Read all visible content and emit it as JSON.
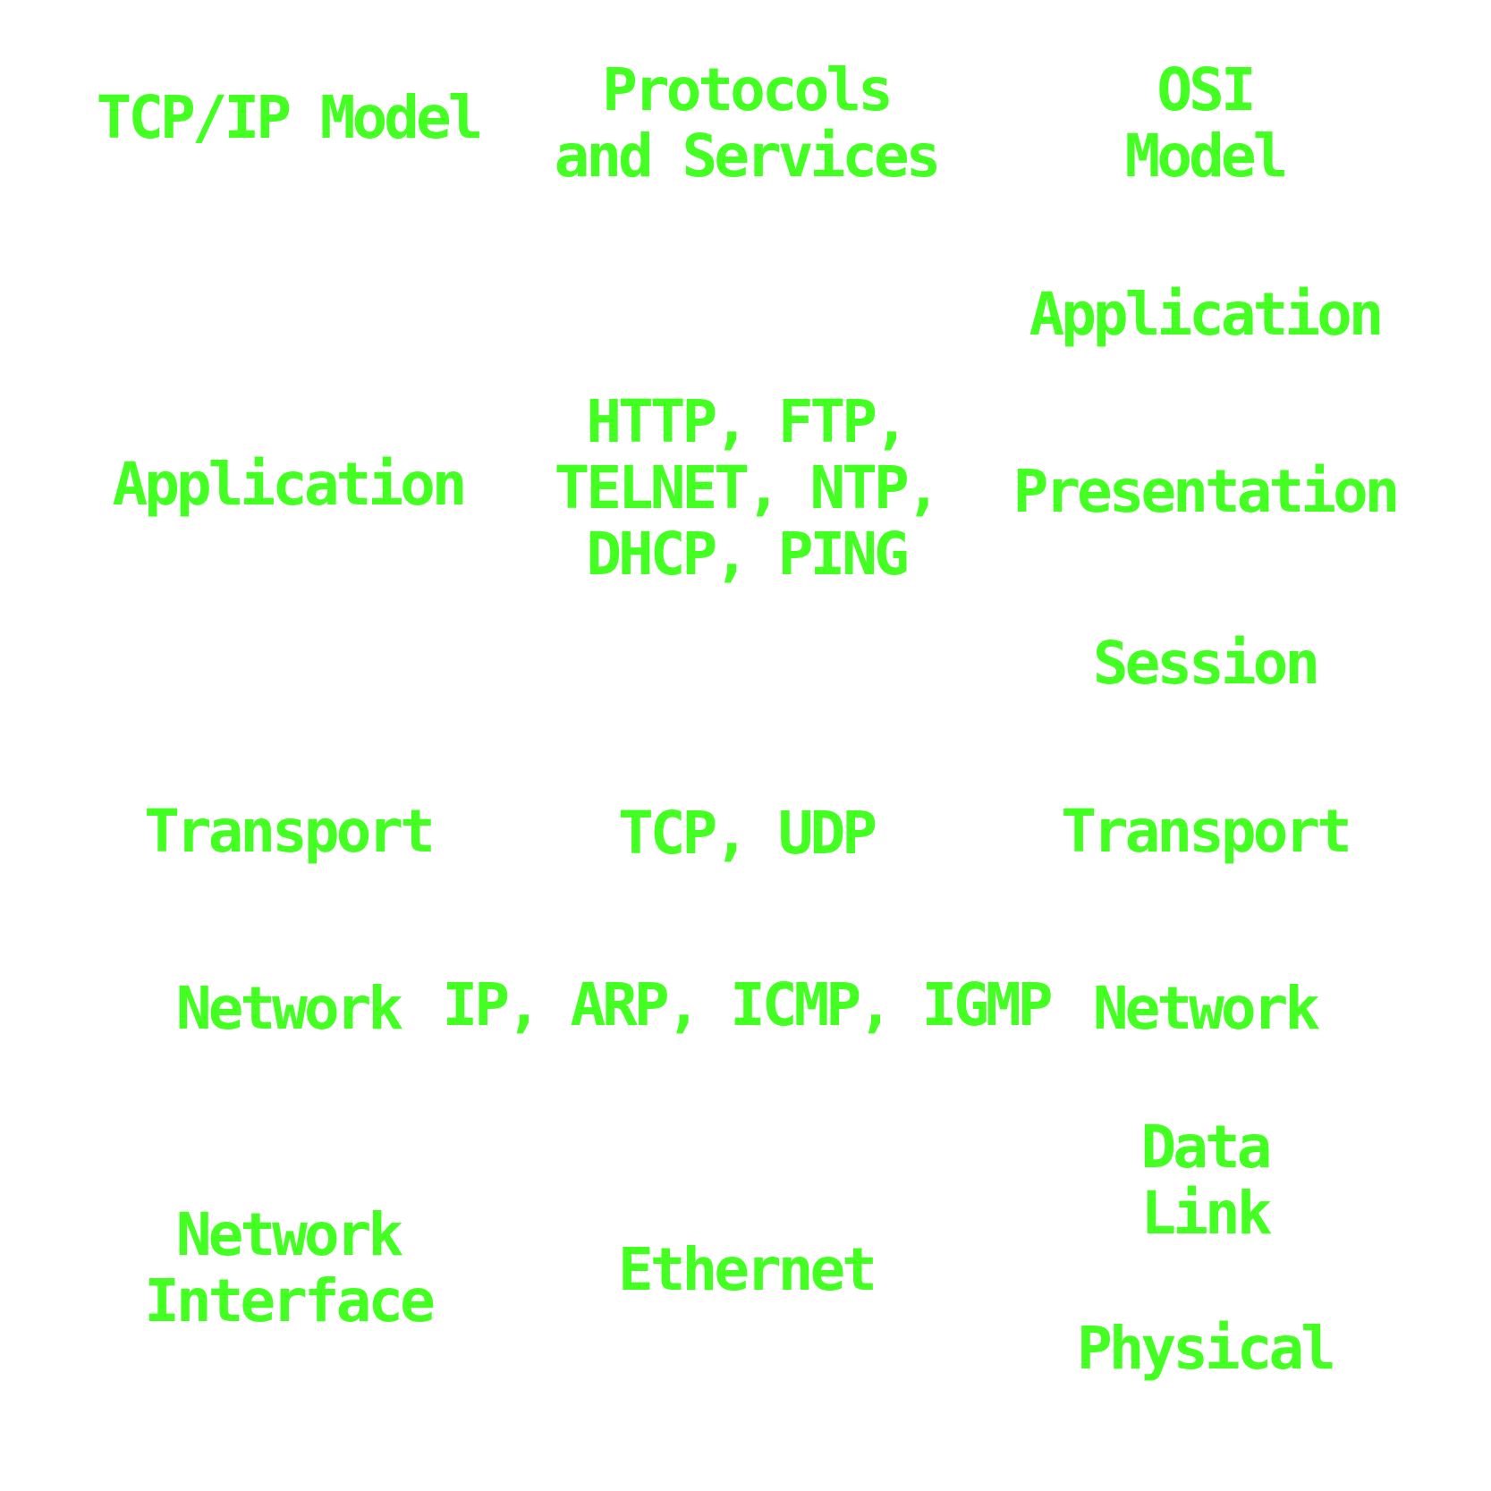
{
  "colors": {
    "text": "#44ff22",
    "background": "#ffffff"
  },
  "headers": {
    "tcpip": "TCP/IP Model",
    "protocols": "Protocols\nand Services",
    "osi": "OSI Model"
  },
  "tcpip_layers": {
    "application": "Application",
    "transport": "Transport",
    "network": "Network",
    "network_interface": "Network\nInterface"
  },
  "protocols": {
    "application": "HTTP, FTP,\nTELNET, NTP,\nDHCP, PING",
    "transport": "TCP, UDP",
    "network": "IP, ARP, ICMP, IGMP",
    "network_interface": "Ethernet"
  },
  "osi_layers": {
    "application": "Application",
    "presentation": "Presentation",
    "session": "Session",
    "transport": "Transport",
    "network": "Network",
    "data_link": "Data Link",
    "physical": "Physical"
  }
}
